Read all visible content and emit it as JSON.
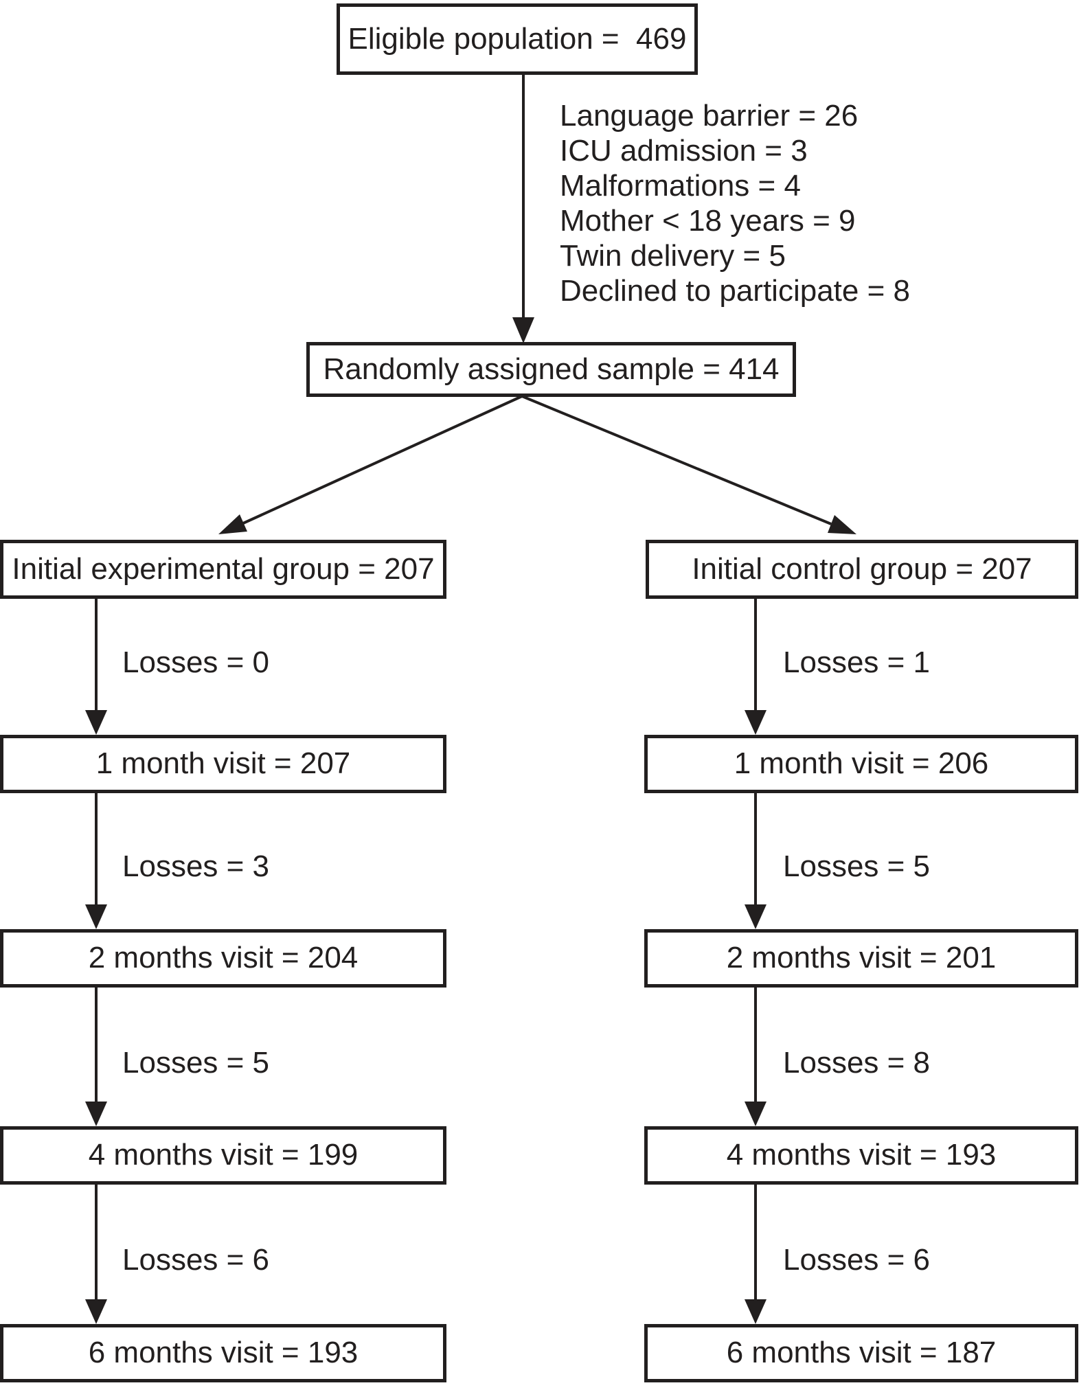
{
  "colors": {
    "ink": "#221f1f",
    "background": "#ffffff"
  },
  "flow": {
    "eligible": "Eligible population =  469",
    "exclusions": [
      "Language barrier = 26",
      "ICU admission = 3",
      "Malformations = 4",
      "Mother < 18 years = 9",
      "Twin delivery = 5",
      "Declined to participate = 8"
    ],
    "randomized": "Randomly assigned sample = 414",
    "experimental": {
      "group": "Initial experimental group = 207",
      "losses": [
        "Losses = 0",
        "Losses = 3",
        "Losses = 5",
        "Losses = 6"
      ],
      "visits": [
        "1 month visit = 207",
        "2 months visit = 204",
        "4 months visit = 199",
        "6 months visit = 193"
      ]
    },
    "control": {
      "group": "Initial control group = 207",
      "losses": [
        "Losses = 1",
        "Losses = 5",
        "Losses = 8",
        "Losses = 6"
      ],
      "visits": [
        "1 month visit = 206",
        "2 months visit = 201",
        "4 months visit = 193",
        "6 months visit = 187"
      ]
    }
  }
}
